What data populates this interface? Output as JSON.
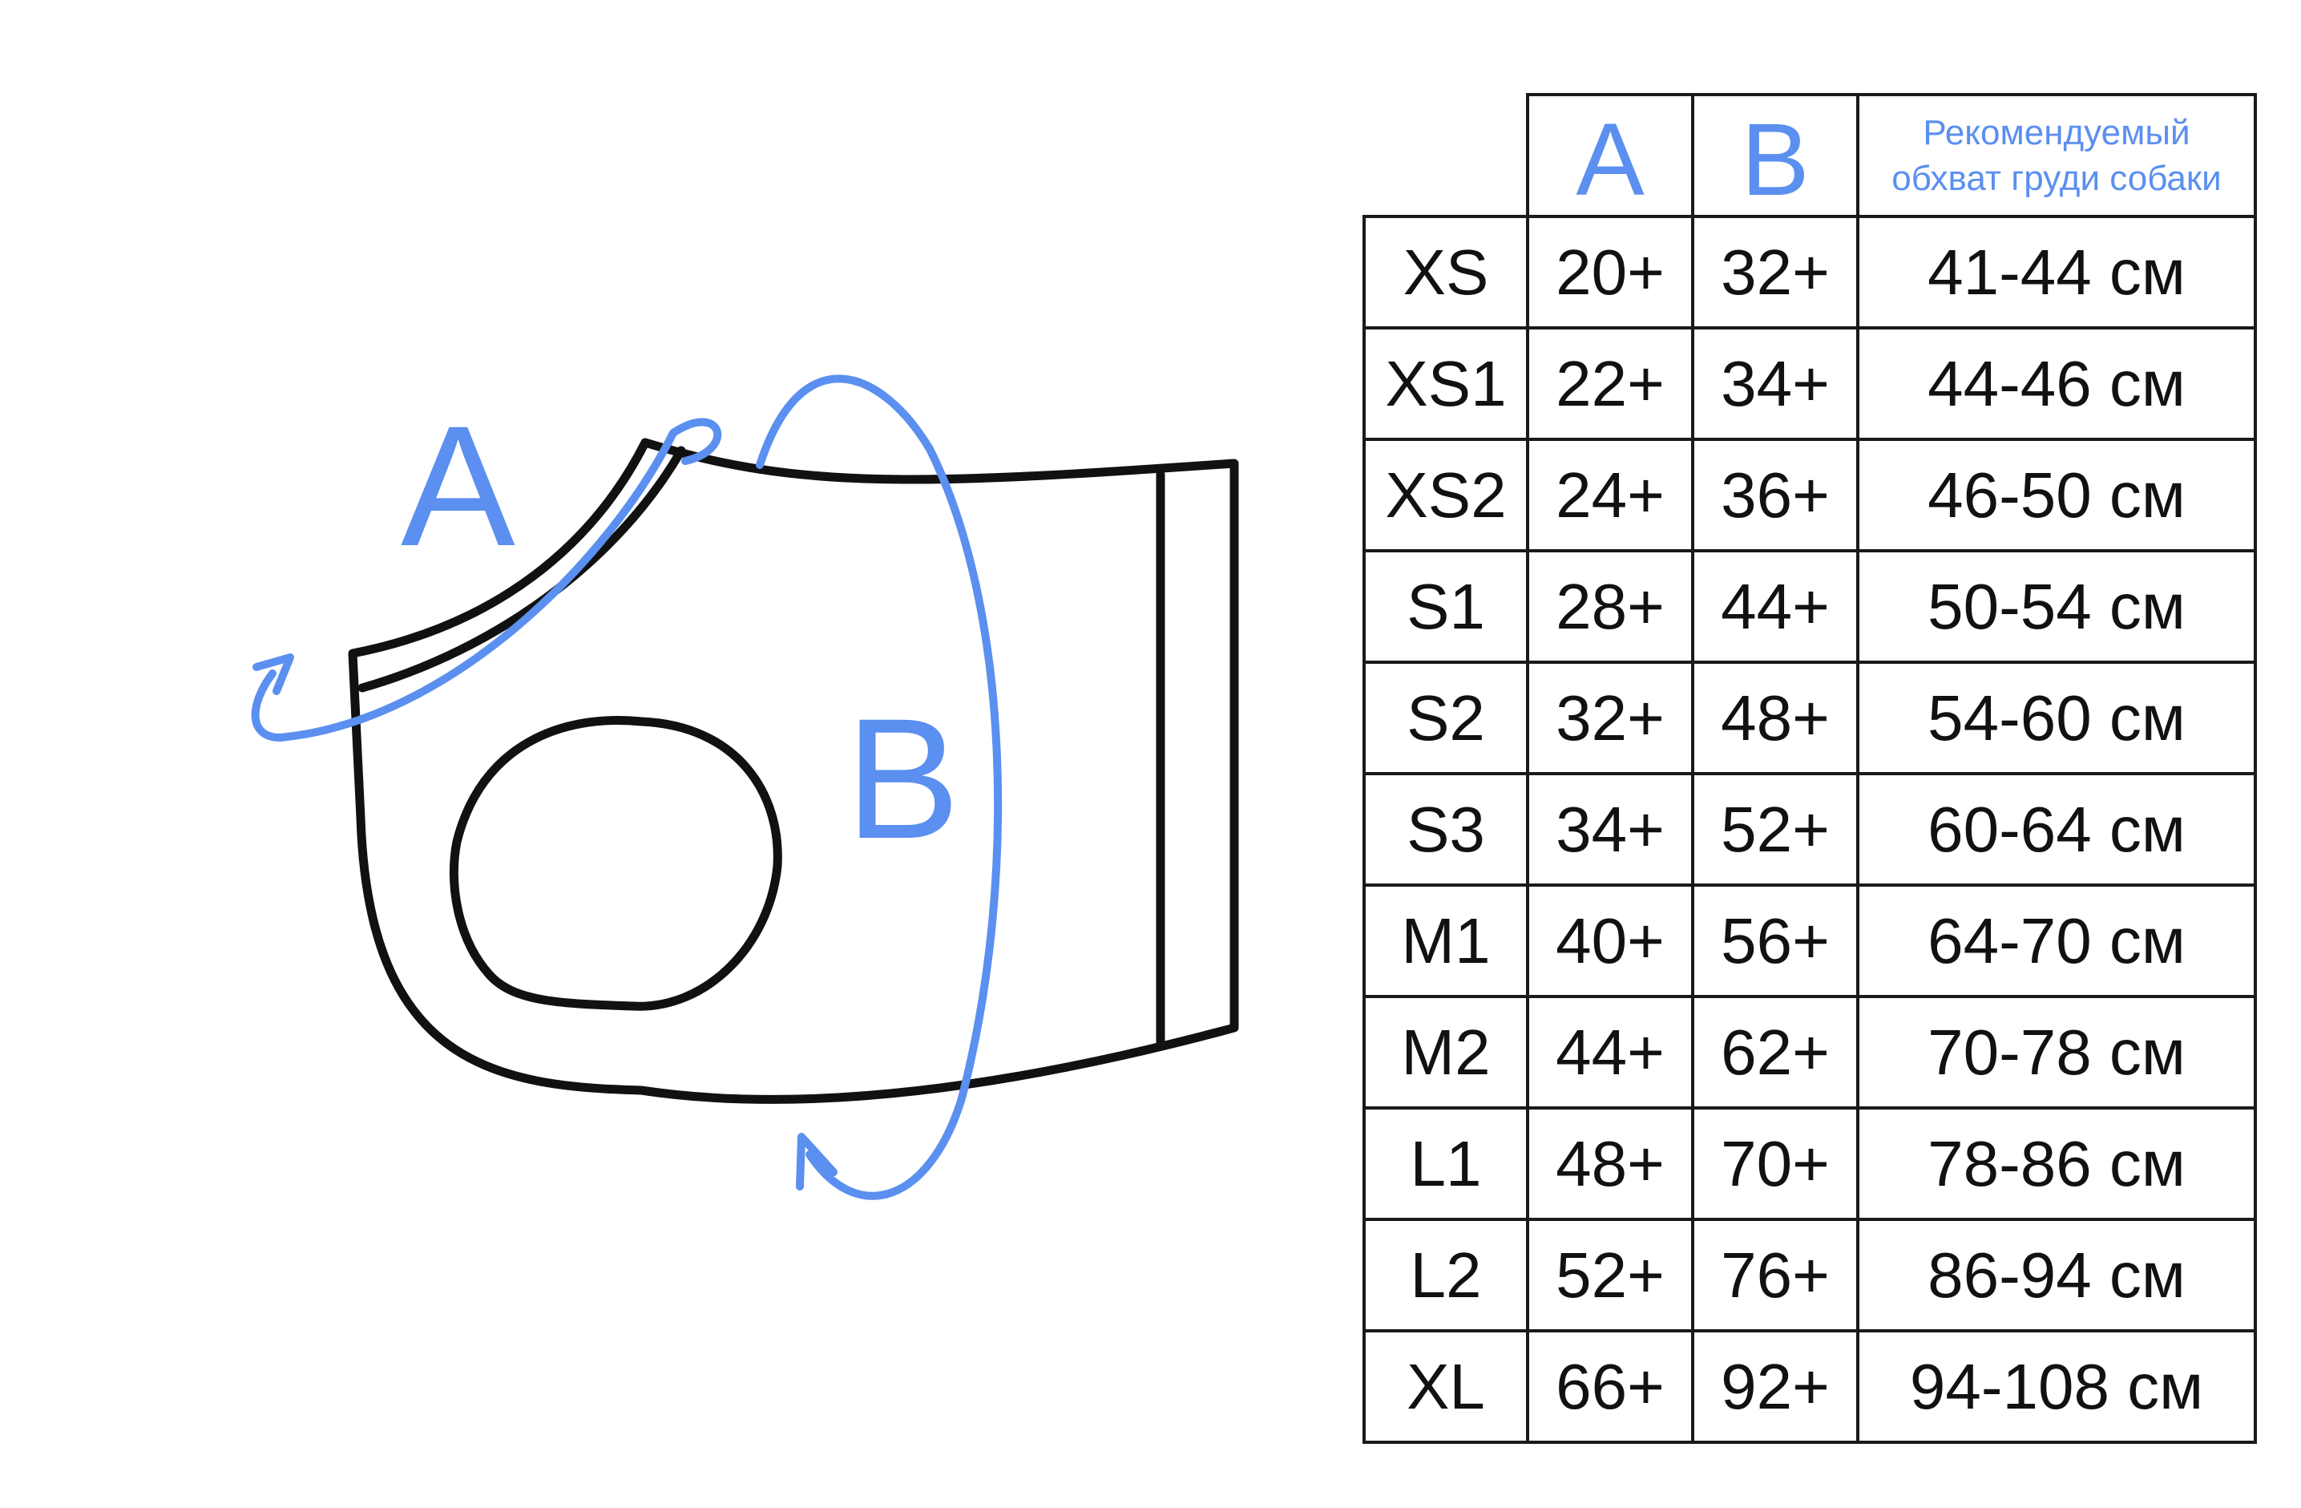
{
  "diagram": {
    "label_a": "A",
    "label_b": "B",
    "outline_color": "#111111",
    "accent_color": "#5b8ff0"
  },
  "table": {
    "headers": {
      "size": "",
      "a": "A",
      "b": "B",
      "chest_line1": "Рекомендуемый",
      "chest_line2": "обхват груди собаки"
    },
    "rows": [
      {
        "size": "XS",
        "a": "20+",
        "b": "32+",
        "chest": "41-44 см"
      },
      {
        "size": "XS1",
        "a": "22+",
        "b": "34+",
        "chest": "44-46 см"
      },
      {
        "size": "XS2",
        "a": "24+",
        "b": "36+",
        "chest": "46-50 см"
      },
      {
        "size": "S1",
        "a": "28+",
        "b": "44+",
        "chest": "50-54 см"
      },
      {
        "size": "S2",
        "a": "32+",
        "b": "48+",
        "chest": "54-60 см"
      },
      {
        "size": "S3",
        "a": "34+",
        "b": "52+",
        "chest": "60-64 см"
      },
      {
        "size": "M1",
        "a": "40+",
        "b": "56+",
        "chest": "64-70 см"
      },
      {
        "size": "M2",
        "a": "44+",
        "b": "62+",
        "chest": "70-78 см"
      },
      {
        "size": "L1",
        "a": "48+",
        "b": "70+",
        "chest": "78-86 см"
      },
      {
        "size": "L2",
        "a": "52+",
        "b": "76+",
        "chest": "86-94 см"
      },
      {
        "size": "XL",
        "a": "66+",
        "b": "92+",
        "chest": "94-108 см"
      }
    ]
  }
}
